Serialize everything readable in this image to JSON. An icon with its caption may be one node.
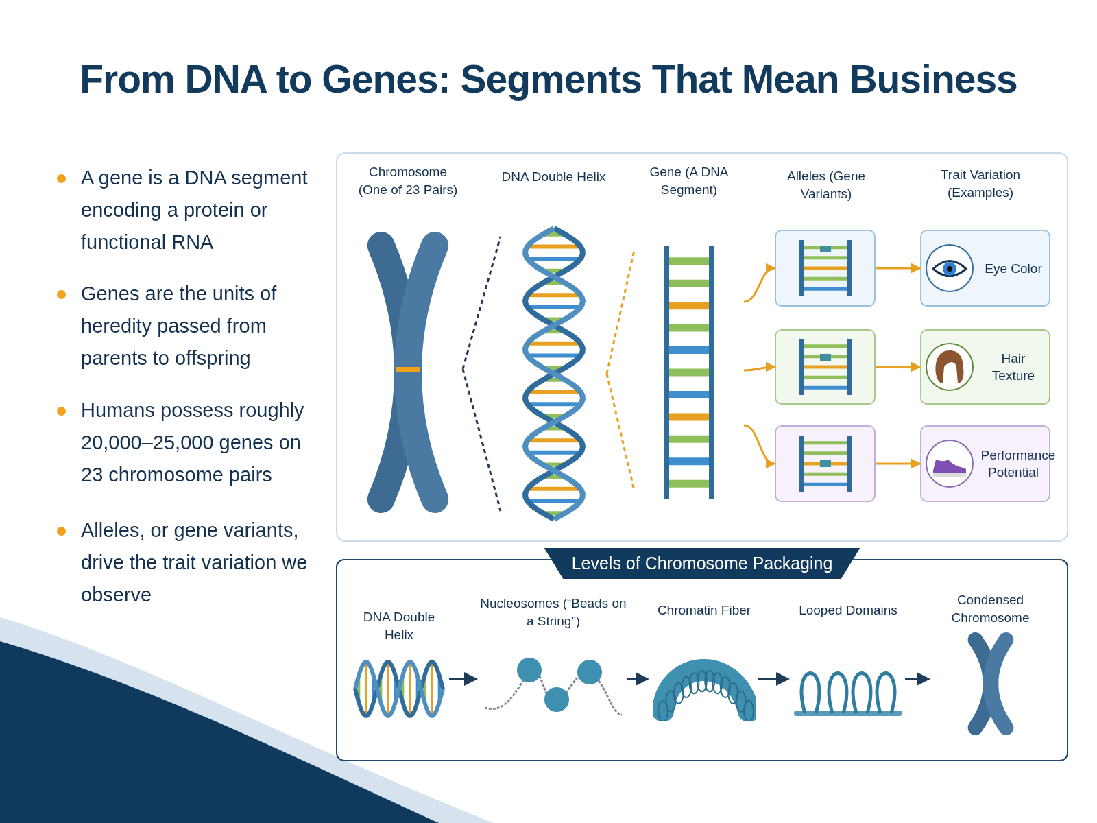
{
  "diagram": {
    "title": "From DNA to Genes: Segments That Mean Business",
    "nodes": [
      {
        "text": [
          "Chromosome (One of 23 Pairs)"
        ]
      },
      {
        "text": [
          "DNA Double Helix"
        ]
      },
      {
        "text": [
          "Gene (A DNA Segment)"
        ]
      },
      {
        "text": [],
        "shape": "box"
      },
      {
        "text": [],
        "shape": "box"
      },
      {
        "text": [],
        "shape": "box"
      },
      {
        "text": [
          "Eye Color"
        ]
      },
      {
        "text": [
          "Hair Texture"
        ]
      },
      {
        "text": [
          "Performance Potential"
        ]
      },
      {
        "text": [
          "Levels of Chromosome Packaging"
        ]
      },
      {
        "text": [
          "DNA Double Helix"
        ],
        "in": 9
      },
      {
        "text": [
          "Nucleosomes (“Beads on a String”)"
        ],
        "in": 9
      },
      {
        "text": [
          "Chromatin Fiber"
        ],
        "in": 9
      },
      {
        "text": [
          "Looped Domains"
        ],
        "in": 9
      },
      {
        "text": [
          "Condensed Chromosome"
        ],
        "in": 9
      }
    ],
    "edges": [
      {
        "from": 0,
        "to": 1,
        "arrow": "none",
        "style": "dashed",
        "color": "#1f3b57"
      },
      {
        "from": 1,
        "to": 2,
        "arrow": "none",
        "style": "dashed"
      },
      {
        "from": 2,
        "to": 3,
        "arrow": "to"
      },
      {
        "from": 2,
        "to": 4,
        "arrow": "to"
      },
      {
        "from": 2,
        "to": 5,
        "arrow": "to"
      },
      {
        "from": 3,
        "to": 6,
        "arrow": "to"
      },
      {
        "from": 4,
        "to": 7,
        "arrow": "to"
      },
      {
        "from": 5,
        "to": 8,
        "arrow": "to"
      },
      {
        "from": 10,
        "to": 11,
        "arrow": "to",
        "color": "#1f3b57"
      },
      {
        "from": 11,
        "to": 12,
        "arrow": "to",
        "color": "#1f3b57"
      },
      {
        "from": 12,
        "to": 13,
        "arrow": "to",
        "color": "#1f3b57"
      },
      {
        "from": 13,
        "to": 14,
        "arrow": "to",
        "color": "#1f3b57"
      }
    ],
    "labels": [
      "A gene is a DNA segment encoding a protein or functional RNA",
      "Genes are the units of heredity passed from parents to offspring",
      "Humans possess roughly 20,000–25,000 genes on 23 chromosome pairs",
      "Alleles, or gene variants, drive the trait variation we observe",
      "Alleles (Gene Variants)",
      "Trait Variation (Examples)"
    ]
  }
}
